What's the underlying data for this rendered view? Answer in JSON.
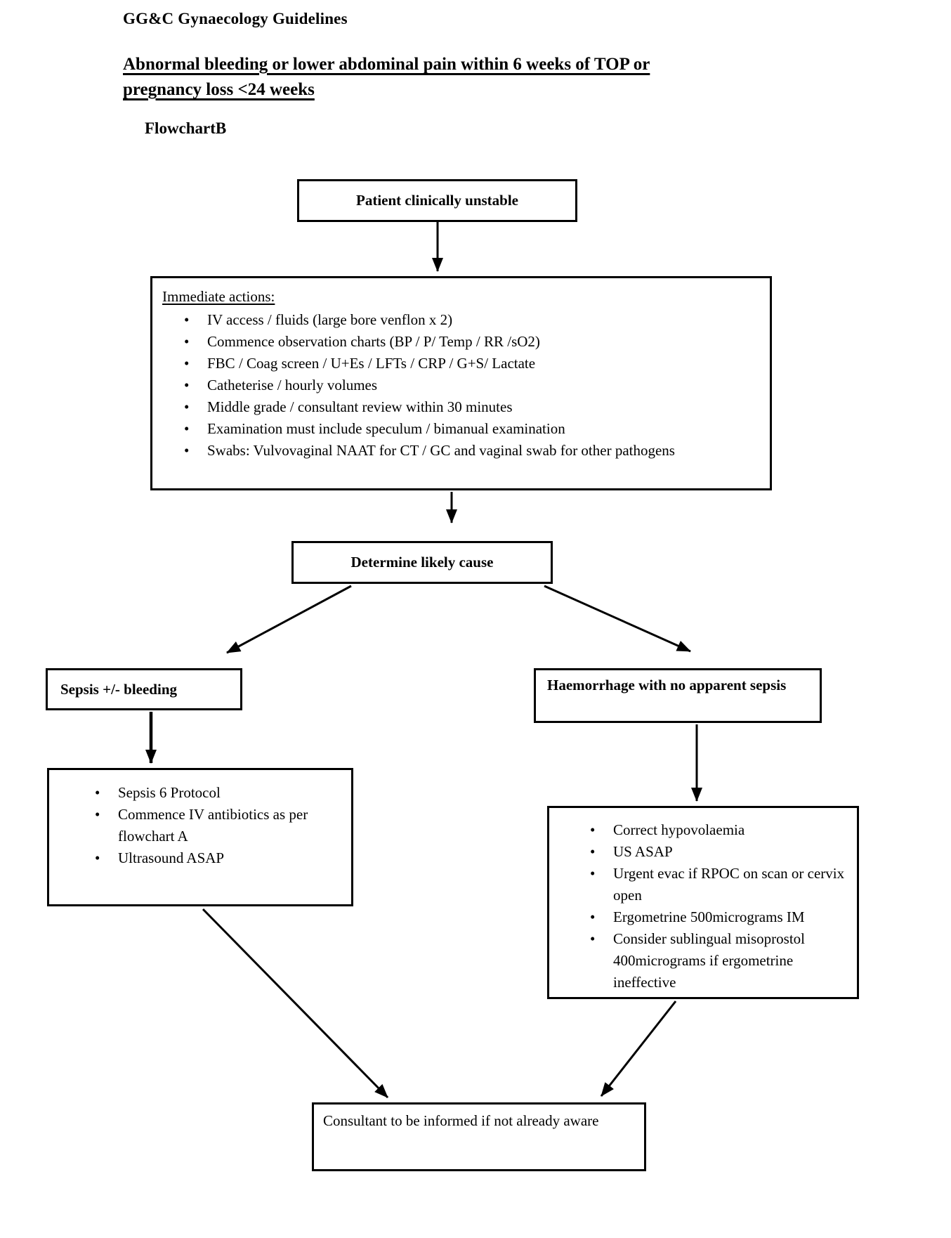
{
  "document": {
    "title": "GG&C Gynaecology Guidelines",
    "heading_line1": "Abnormal bleeding or lower abdominal pain within 6 weeks of TOP or",
    "heading_line2": "pregnancy loss <24 weeks",
    "flowchart_label": "FlowchartB"
  },
  "nodes": {
    "patient_unstable": "Patient clinically unstable",
    "immediate_actions": {
      "title": "Immediate actions:",
      "items": [
        "IV access / fluids (large bore venflon x 2)",
        "Commence observation charts (BP / P/ Temp / RR /sO2)",
        "FBC / Coag screen / U+Es / LFTs / CRP / G+S/ Lactate",
        "Catheterise / hourly volumes",
        "Middle grade / consultant review within 30 minutes",
        "Examination must include speculum / bimanual examination",
        "Swabs: Vulvovaginal NAAT for CT / GC and vaginal swab for other pathogens"
      ]
    },
    "determine_cause": "Determine likely cause",
    "sepsis_branch": "Sepsis +/- bleeding",
    "sepsis_actions": {
      "items": [
        "Sepsis 6 Protocol",
        "Commence IV antibiotics as per flowchart A",
        "Ultrasound ASAP"
      ]
    },
    "haemorrhage_branch": "Haemorrhage with no apparent sepsis",
    "haemorrhage_actions": {
      "items": [
        "Correct hypovolaemia",
        "US ASAP",
        "Urgent evac if RPOC on scan or cervix open",
        "Ergometrine 500micrograms IM",
        "Consider sublingual misoprostol 400micrograms if ergometrine ineffective"
      ]
    },
    "consultant_note": "Consultant to be informed if not already aware"
  },
  "colors": {
    "ink": "#000000",
    "background": "#ffffff"
  }
}
